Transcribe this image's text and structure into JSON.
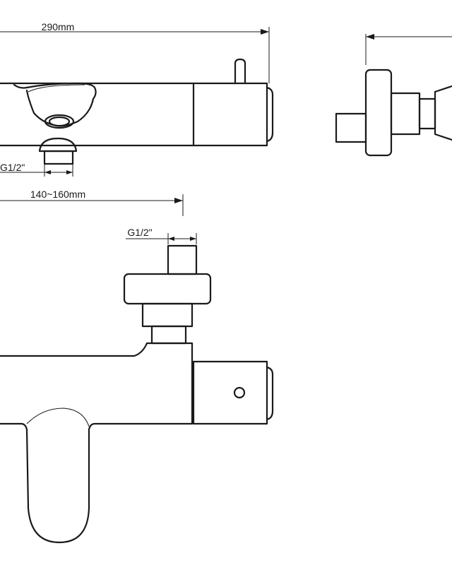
{
  "dimensions": {
    "overall_length": "290mm",
    "inlet_thread_top": "G1/2\"",
    "outlet_thread": "G1/2\"",
    "center_distance": "140~160mm"
  }
}
